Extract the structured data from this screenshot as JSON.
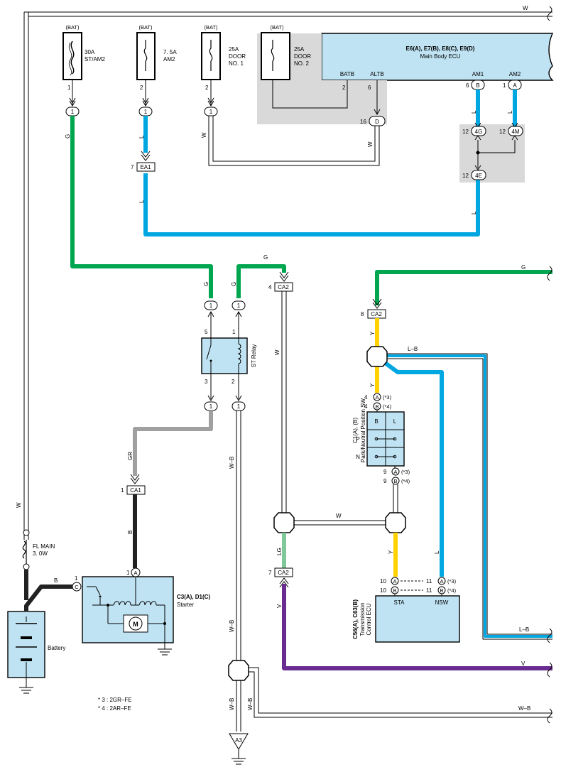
{
  "fuses": [
    {
      "bat": "(BAT)",
      "rating": "30A",
      "name": "ST/AM2",
      "pin": "1"
    },
    {
      "bat": "(BAT)",
      "rating": "7. 5A",
      "name": "AM2",
      "pin": "2"
    },
    {
      "bat": "(BAT)",
      "rating": "25A",
      "name1": "DOOR",
      "name2": "NO. 1",
      "pin": "2"
    },
    {
      "bat": "(BAT)",
      "rating": "25A",
      "name1": "DOOR",
      "name2": "NO. 2"
    }
  ],
  "ecu": {
    "title": "E6(A), E7(B), E8(C), E9(D)",
    "subtitle": "Main Body ECU",
    "pins": {
      "batb": "BATB",
      "altb": "ALTB",
      "am1": "AM1",
      "am2": "AM2"
    },
    "pin_nums": {
      "batb": "2",
      "altb": "6",
      "am1": "6",
      "am2": "1"
    },
    "conn": {
      "am1": "B",
      "am2": "A",
      "altb": "D",
      "altb_num": "16"
    }
  },
  "connectors": {
    "c1": "1",
    "ea1": "EA1",
    "ea1_num": "7",
    "g4": "4G",
    "g4_num": "12",
    "m4": "4M",
    "m4_num": "12",
    "e4": "4E",
    "e4_num": "12",
    "ca2_a": "CA2",
    "ca2_a_num": "4",
    "ca2_b": "CA2",
    "ca2_b_num": "8",
    "ca1": "CA1",
    "ca1_num": "1",
    "ca2_c": "CA2",
    "ca2_c_num": "7",
    "a3": "A3"
  },
  "wires": {
    "w": "W",
    "g": "G",
    "l": "L",
    "lb": "L–B",
    "gr": "GR",
    "b": "B",
    "wb": "W–B",
    "y": "Y",
    "lg": "LG",
    "v": "V"
  },
  "relay": {
    "name": "ST Relay",
    "p5": "5",
    "p1": "1",
    "p3": "3",
    "p2": "2"
  },
  "park_sw": {
    "title1": "C1(A), (B)",
    "title2": "Park/Neutral Position SW",
    "cols": [
      "B",
      "L"
    ],
    "rows": [
      "P",
      "N"
    ],
    "top_a": "A",
    "top_b": "B",
    "top_num": "4",
    "bot_a": "A",
    "bot_b": "B",
    "bot_num": "9",
    "note3": "(*3)",
    "note4": "(*4)"
  },
  "starter": {
    "title": "C3(A), D1(C)",
    "subtitle": "Starter",
    "motor": "M",
    "pa": "A",
    "pa_num": "1",
    "pc": "C",
    "pc_num": "1"
  },
  "battery": {
    "label": "Battery",
    "fuse1": "FL MAIN",
    "fuse2": "3. 0W"
  },
  "tcm": {
    "title1": "C56(A), C63(B)",
    "title2": "Transmission",
    "title3": "Control ECU",
    "sta": "STA",
    "nsw": "NSW",
    "sta_num": "10",
    "nsw_num": "11",
    "a": "A",
    "b": "B",
    "note3": "(*3)",
    "note4": "(*4)"
  },
  "notes": [
    "* 3 : 2GR–FE",
    "* 4 : 2AR–FE"
  ]
}
